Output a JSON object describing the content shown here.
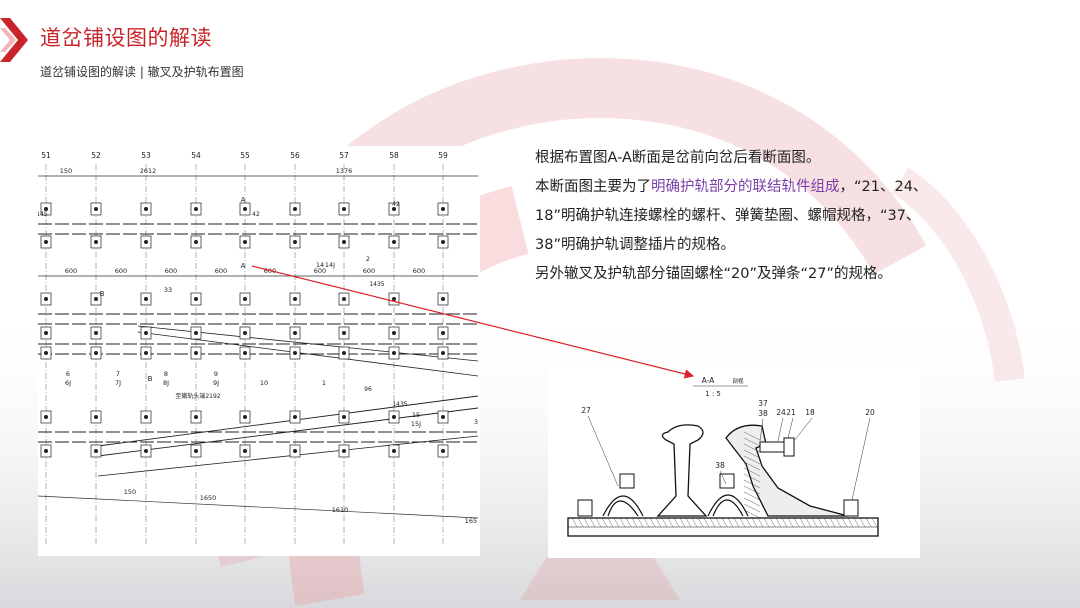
{
  "header": {
    "title": "道岔铺设图的解读",
    "breadcrumb": "道岔铺设图的解读 | 辙叉及护轨布置图"
  },
  "description": {
    "line1": "根据布置图A-A断面是岔前向岔后看断面图。",
    "line2_before": "本断面图主要为了",
    "line2_highlight": "明确护轨部分的联结轨件组成",
    "line2_after": "，“21、24、18”明确护轨连接螺栓的螺杆、弹簧垫圈、螺帽规格，“37、38”明确护轨调整插片的规格。",
    "line3": "另外辙叉及护轨部分锚固螺栓“20”及弹条“27”的规格。"
  },
  "colors": {
    "accent": "#c8252b",
    "highlight": "#7b3fa8",
    "arrow": "#d8242a"
  },
  "layout_drawing": {
    "column_labels": [
      "51",
      "52",
      "53",
      "54",
      "55",
      "56",
      "57",
      "58",
      "59"
    ],
    "top_dims": [
      "150",
      "2612",
      "1376"
    ],
    "spacing_dims": [
      "600",
      "600",
      "600",
      "600",
      "600",
      "600",
      "600",
      "600"
    ],
    "section_marks": [
      "A",
      "A",
      "B",
      "B"
    ],
    "part_labels": [
      "6",
      "6J",
      "7",
      "7J",
      "8",
      "8J",
      "9",
      "9J",
      "10",
      "1",
      "2",
      "14",
      "14J",
      "15",
      "15J",
      "33",
      "3"
    ],
    "vertical_dims": [
      "145",
      "42",
      "42",
      "1435",
      "96",
      "1435"
    ],
    "bottom_dims": [
      "150",
      "1650",
      "1610",
      "165"
    ],
    "note": "至辙轨头端2192"
  },
  "section_drawing": {
    "title": "A-A",
    "scale": "1 : 5",
    "callouts": [
      "27",
      "37",
      "38",
      "24",
      "21",
      "18",
      "20",
      "38"
    ]
  }
}
